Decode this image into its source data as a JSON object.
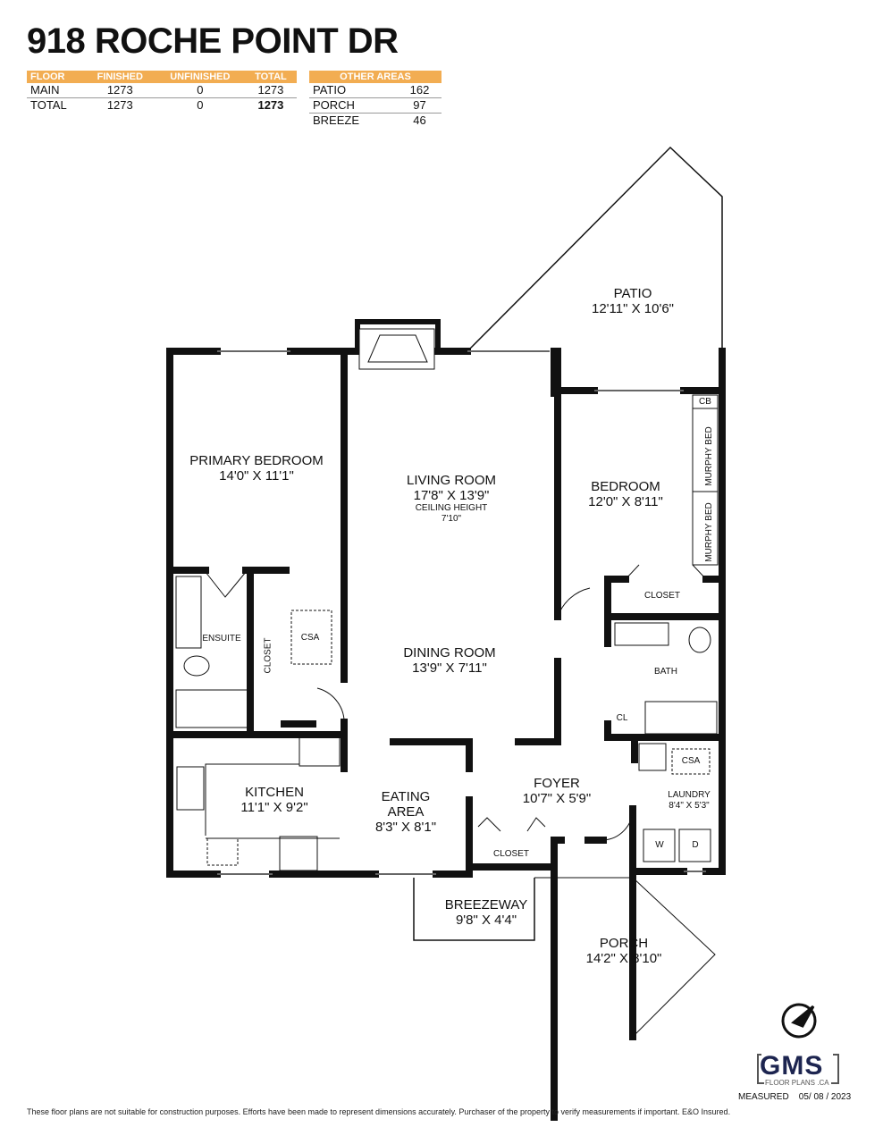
{
  "title": "918 ROCHE POINT DR",
  "floor_table": {
    "headers": [
      "FLOOR",
      "FINISHED",
      "UNFINISHED",
      "TOTAL"
    ],
    "rows": [
      [
        "MAIN",
        "1273",
        "0",
        "1273"
      ],
      [
        "TOTAL",
        "1273",
        "0",
        "1273"
      ]
    ]
  },
  "other_areas": {
    "header": "OTHER AREAS",
    "rows": [
      [
        "PATIO",
        "162"
      ],
      [
        "PORCH",
        "97"
      ],
      [
        "BREEZE",
        "46"
      ]
    ]
  },
  "rooms": {
    "patio": {
      "name": "PATIO",
      "dim": "12'11\" X 10'6\""
    },
    "primary": {
      "name": "PRIMARY BEDROOM",
      "dim": "14'0\" X 11'1\""
    },
    "living": {
      "name": "LIVING ROOM",
      "dim": "17'8\" X 13'9\"",
      "note1": "CEILING HEIGHT",
      "note2": "7'10\""
    },
    "bedroom": {
      "name": "BEDROOM",
      "dim": "12'0\" X 8'11\""
    },
    "dining": {
      "name": "DINING ROOM",
      "dim": "13'9\" X 7'11\""
    },
    "kitchen": {
      "name": "KITCHEN",
      "dim": "11'1\" X 9'2\""
    },
    "eating": {
      "name1": "EATING",
      "name2": "AREA",
      "dim": "8'3\" X 8'1\""
    },
    "foyer": {
      "name": "FOYER",
      "dim": "10'7\" X 5'9\""
    },
    "laundry": {
      "name": "LAUNDRY",
      "dim": "8'4\" X 5'3\""
    },
    "breezeway": {
      "name": "BREEZEWAY",
      "dim": "9'8\" X 4'4\""
    },
    "porch": {
      "name": "PORCH",
      "dim": "14'2\" X 8'10\""
    }
  },
  "small_labels": {
    "cb": "CB",
    "murphy1": "MURPHY BED",
    "murphy2": "MURPHY BED",
    "closet_bed": "CLOSET",
    "ensuite": "ENSUITE",
    "closet_v": "CLOSET",
    "csa1": "CSA",
    "bath": "BATH",
    "cl": "CL",
    "csa2": "CSA",
    "w": "W",
    "d": "D",
    "closet_foyer": "CLOSET"
  },
  "logo": {
    "text": "GMS",
    "sub": "FLOOR PLANS .CA"
  },
  "measured": "MEASURED    05/ 08 / 2023",
  "disclaimer": "These floor plans are not suitable for construction purposes. Efforts have been made to represent dimensions accurately.  Purchaser of the property to verify measurements if important.  E&O Insured."
}
